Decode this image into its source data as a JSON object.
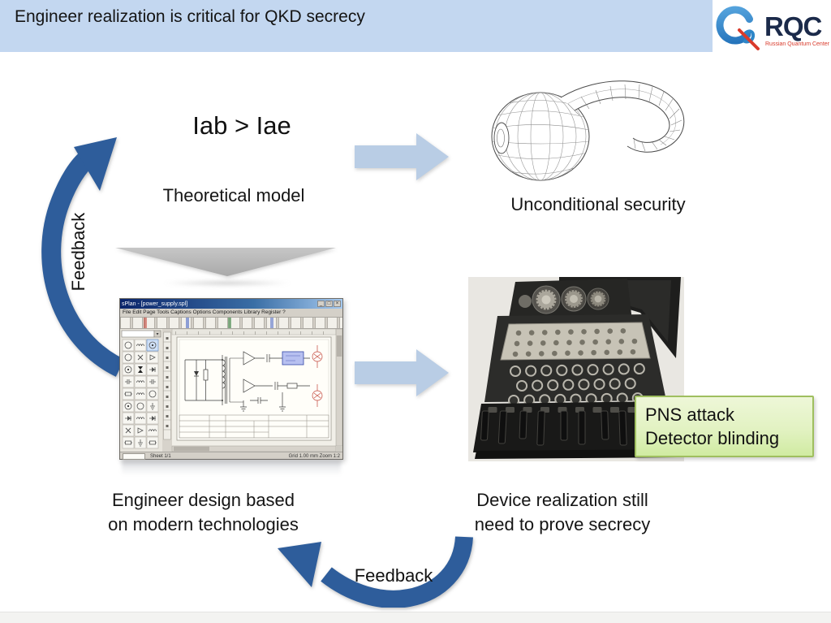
{
  "header": {
    "title": "Engineer realization is critical for QKD secrecy",
    "logo_acronym": "RQC",
    "logo_subtitle": "Russian Quantum Center"
  },
  "theory": {
    "formula": "Iab > Iae",
    "model_label": "Theoretical model",
    "security_label": "Unconditional security"
  },
  "feedback": {
    "left": "Feedback",
    "bottom": "Feedback"
  },
  "design": {
    "line1": "Engineer design based",
    "line2": "on modern technologies"
  },
  "device": {
    "line1": "Device realization still",
    "line2": "need to prove secrecy"
  },
  "attack_box": {
    "line1": "PNS attack",
    "line2": "Detector blinding"
  },
  "circuit_window": {
    "title": "sPlan - [power_supply.spl]",
    "menu": "File  Edit  Page  Tools  Captions  Options  Components  Library  Register  ?",
    "status_left": "Sheet 1/1",
    "status_right": "Grid 1.00 mm   Zoom 1:2",
    "palette_glyphs": [
      "circle",
      "coil",
      "circle-dot",
      "circle",
      "cross",
      "tri",
      "circle-dot",
      "hourglass",
      "diode",
      "cap",
      "coil",
      "cap",
      "res",
      "coil",
      "circle",
      "circle-dot",
      "circle",
      "gnd",
      "diode",
      "coil",
      "diode",
      "cross",
      "tri",
      "coil",
      "res",
      "gnd",
      "res"
    ]
  },
  "colors": {
    "header_bg": "#c3d7f0",
    "curved_arrow_blue": "#2e5d9b",
    "block_arrow_blue": "#b9cde5",
    "chevron_gray": "#b5b5b5",
    "attack_box_border": "#9fbf5f",
    "logo_blue": "#2e86c8",
    "logo_red": "#d93a2b",
    "logo_navy": "#1b2a4a"
  }
}
